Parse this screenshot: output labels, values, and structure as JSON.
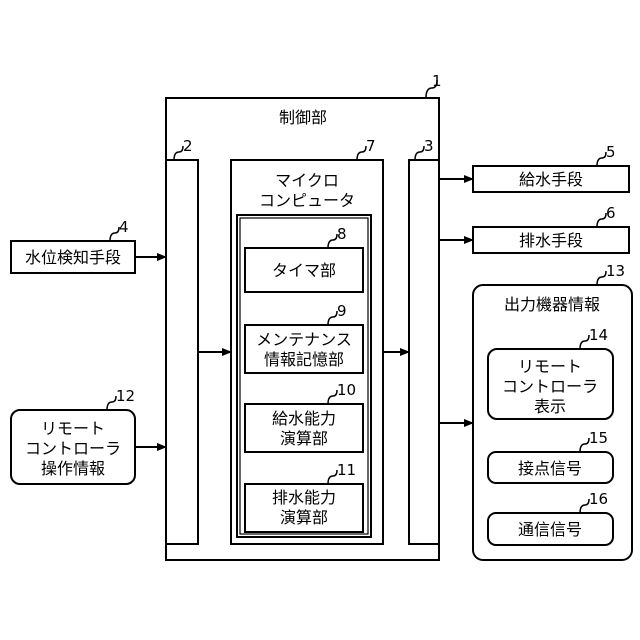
{
  "colors": {
    "stroke": "#000000",
    "background": "#ffffff"
  },
  "blocks": {
    "control_unit": {
      "label": "制御部",
      "ref": "1"
    },
    "input_interface": {
      "ref": "2"
    },
    "output_interface": {
      "ref": "3"
    },
    "water_level_detector": {
      "label": "水位検知手段",
      "ref": "4"
    },
    "water_supply_means": {
      "label": "給水手段",
      "ref": "5"
    },
    "drain_means": {
      "label": "排水手段",
      "ref": "6"
    },
    "microcomputer": {
      "label_line1": "マイクロ",
      "label_line2": "コンピュータ",
      "ref": "7"
    },
    "timer_unit": {
      "label": "タイマ部",
      "ref": "8"
    },
    "maintenance_storage": {
      "label_line1": "メンテナンス",
      "label_line2": "情報記憶部",
      "ref": "9"
    },
    "supply_capacity_calc": {
      "label_line1": "給水能力",
      "label_line2": "演算部",
      "ref": "10"
    },
    "drain_capacity_calc": {
      "label_line1": "排水能力",
      "label_line2": "演算部",
      "ref": "11"
    },
    "remote_operation_info": {
      "label_line1": "リモート",
      "label_line2": "コントローラ",
      "label_line3": "操作情報",
      "ref": "12"
    },
    "output_device_info": {
      "label": "出力機器情報",
      "ref": "13"
    },
    "remote_display": {
      "label_line1": "リモート",
      "label_line2": "コントローラ",
      "label_line3": "表示",
      "ref": "14"
    },
    "contact_signal": {
      "label": "接点信号",
      "ref": "15"
    },
    "comm_signal": {
      "label": "通信信号",
      "ref": "16"
    }
  }
}
